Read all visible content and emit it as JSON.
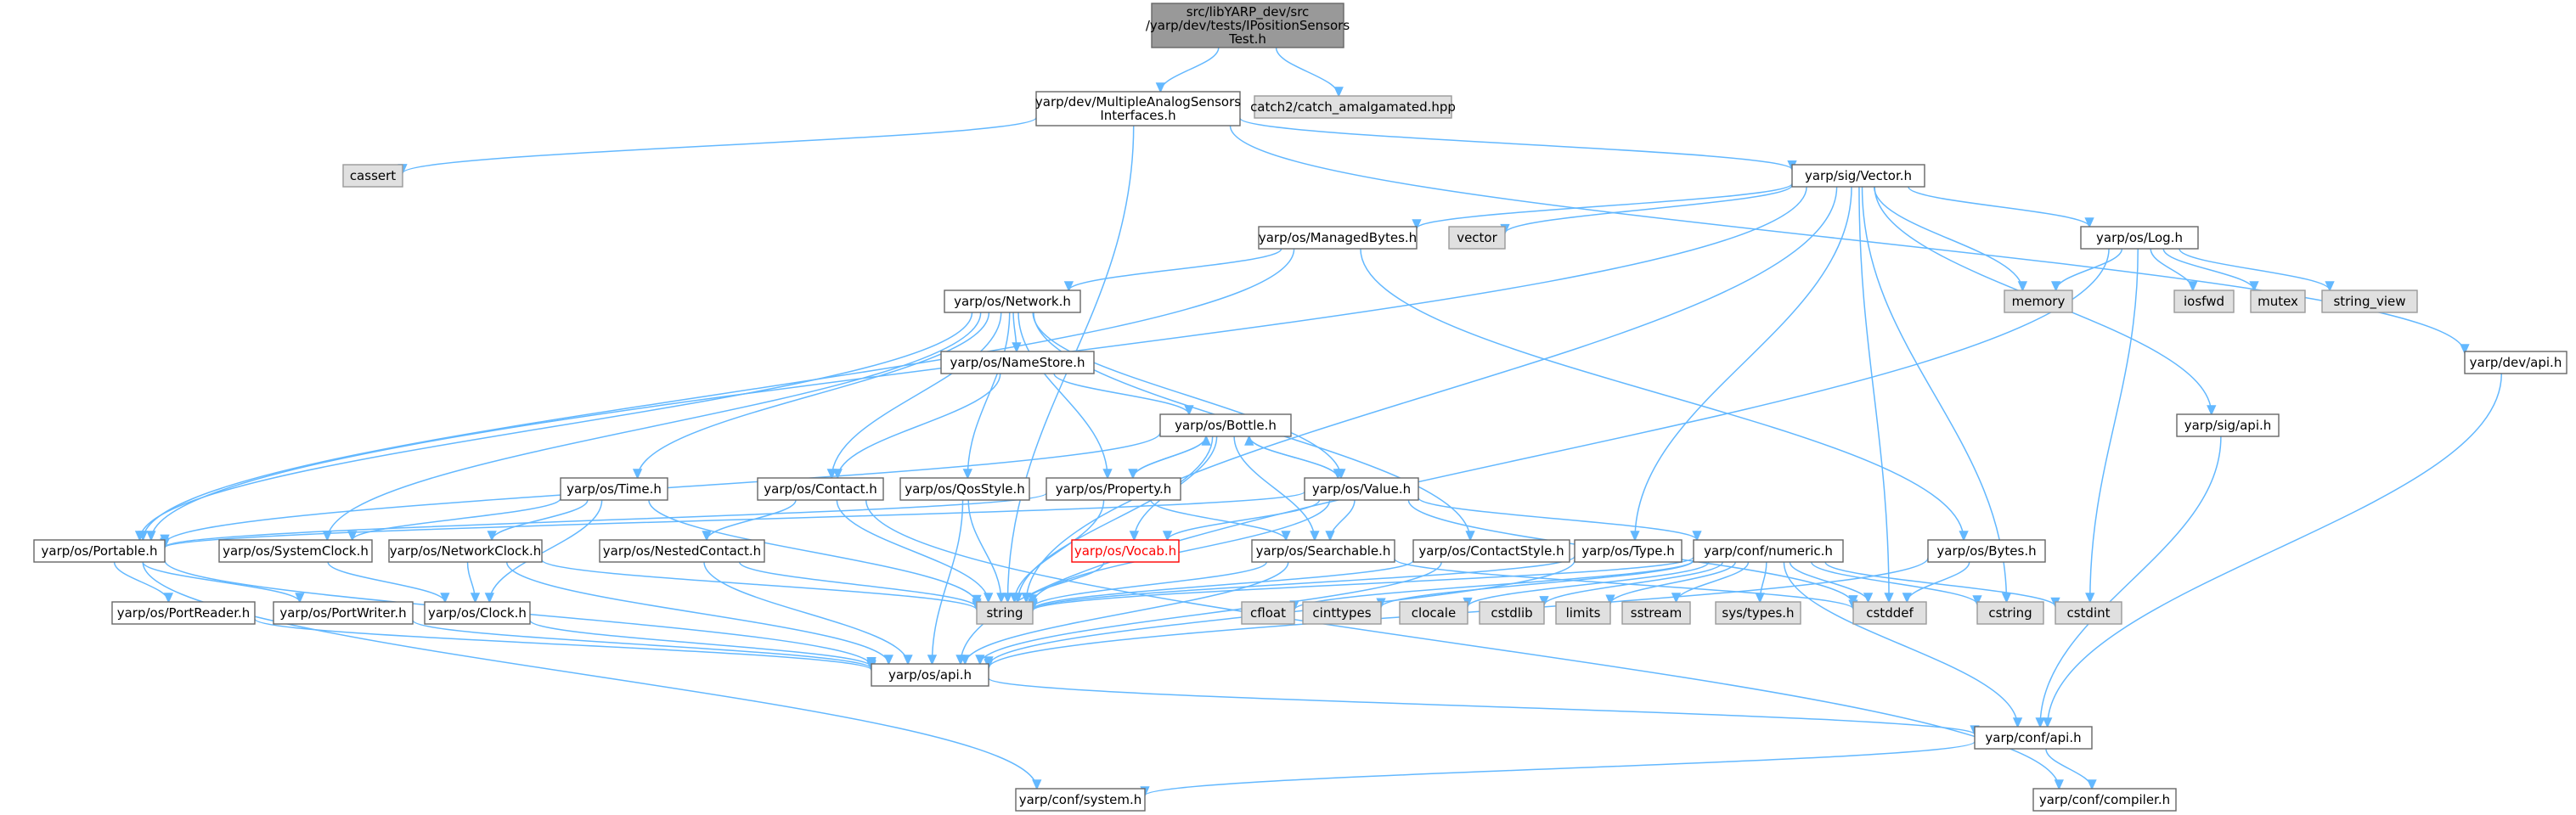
{
  "diagram": {
    "edge_color": "#63b8ff",
    "nodes": [
      {
        "id": "root",
        "label": [
          "src/libYARP_dev/src",
          "/yarp/dev/tests/IPositionSensors",
          "Test.h"
        ],
        "kind": "root"
      },
      {
        "id": "multi",
        "label": [
          "yarp/dev/MultipleAnalogSensors",
          "Interfaces.h"
        ],
        "kind": "plain"
      },
      {
        "id": "catch",
        "label": [
          "catch2/catch_amalgamated.hpp"
        ],
        "kind": "sys"
      },
      {
        "id": "cassert",
        "label": [
          "cassert"
        ],
        "kind": "sys"
      },
      {
        "id": "vector_h",
        "label": [
          "yarp/sig/Vector.h"
        ],
        "kind": "plain"
      },
      {
        "id": "vector",
        "label": [
          "vector"
        ],
        "kind": "sys"
      },
      {
        "id": "managed",
        "label": [
          "yarp/os/ManagedBytes.h"
        ],
        "kind": "plain"
      },
      {
        "id": "log",
        "label": [
          "yarp/os/Log.h"
        ],
        "kind": "plain"
      },
      {
        "id": "memory",
        "label": [
          "memory"
        ],
        "kind": "sys"
      },
      {
        "id": "iosfwd",
        "label": [
          "iosfwd"
        ],
        "kind": "sys"
      },
      {
        "id": "mutex",
        "label": [
          "mutex"
        ],
        "kind": "sys"
      },
      {
        "id": "string_view",
        "label": [
          "string_view"
        ],
        "kind": "sys"
      },
      {
        "id": "devapi",
        "label": [
          "yarp/dev/api.h"
        ],
        "kind": "plain"
      },
      {
        "id": "network",
        "label": [
          "yarp/os/Network.h"
        ],
        "kind": "plain"
      },
      {
        "id": "namestore",
        "label": [
          "yarp/os/NameStore.h"
        ],
        "kind": "plain"
      },
      {
        "id": "sigapi",
        "label": [
          "yarp/sig/api.h"
        ],
        "kind": "plain"
      },
      {
        "id": "bottle",
        "label": [
          "yarp/os/Bottle.h"
        ],
        "kind": "plain"
      },
      {
        "id": "time",
        "label": [
          "yarp/os/Time.h"
        ],
        "kind": "plain"
      },
      {
        "id": "contact",
        "label": [
          "yarp/os/Contact.h"
        ],
        "kind": "plain"
      },
      {
        "id": "qos",
        "label": [
          "yarp/os/QosStyle.h"
        ],
        "kind": "plain"
      },
      {
        "id": "property",
        "label": [
          "yarp/os/Property.h"
        ],
        "kind": "plain"
      },
      {
        "id": "value",
        "label": [
          "yarp/os/Value.h"
        ],
        "kind": "plain"
      },
      {
        "id": "portable",
        "label": [
          "yarp/os/Portable.h"
        ],
        "kind": "plain"
      },
      {
        "id": "sysclock",
        "label": [
          "yarp/os/SystemClock.h"
        ],
        "kind": "plain"
      },
      {
        "id": "netclock",
        "label": [
          "yarp/os/NetworkClock.h"
        ],
        "kind": "plain"
      },
      {
        "id": "nested",
        "label": [
          "yarp/os/NestedContact.h"
        ],
        "kind": "plain"
      },
      {
        "id": "vocab",
        "label": [
          "yarp/os/Vocab.h"
        ],
        "kind": "red"
      },
      {
        "id": "searchable",
        "label": [
          "yarp/os/Searchable.h"
        ],
        "kind": "plain"
      },
      {
        "id": "contactstyle",
        "label": [
          "yarp/os/ContactStyle.h"
        ],
        "kind": "plain"
      },
      {
        "id": "type",
        "label": [
          "yarp/os/Type.h"
        ],
        "kind": "plain"
      },
      {
        "id": "numeric",
        "label": [
          "yarp/conf/numeric.h"
        ],
        "kind": "plain"
      },
      {
        "id": "bytes",
        "label": [
          "yarp/os/Bytes.h"
        ],
        "kind": "plain"
      },
      {
        "id": "portreader",
        "label": [
          "yarp/os/PortReader.h"
        ],
        "kind": "plain"
      },
      {
        "id": "portwriter",
        "label": [
          "yarp/os/PortWriter.h"
        ],
        "kind": "plain"
      },
      {
        "id": "clock",
        "label": [
          "yarp/os/Clock.h"
        ],
        "kind": "plain"
      },
      {
        "id": "string",
        "label": [
          "string"
        ],
        "kind": "sys"
      },
      {
        "id": "cfloat",
        "label": [
          "cfloat"
        ],
        "kind": "sys"
      },
      {
        "id": "cinttypes",
        "label": [
          "cinttypes"
        ],
        "kind": "sys"
      },
      {
        "id": "clocale",
        "label": [
          "clocale"
        ],
        "kind": "sys"
      },
      {
        "id": "cstdlib",
        "label": [
          "cstdlib"
        ],
        "kind": "sys"
      },
      {
        "id": "limits",
        "label": [
          "limits"
        ],
        "kind": "sys"
      },
      {
        "id": "sstream",
        "label": [
          "sstream"
        ],
        "kind": "sys"
      },
      {
        "id": "systypes",
        "label": [
          "sys/types.h"
        ],
        "kind": "sys"
      },
      {
        "id": "cstddef",
        "label": [
          "cstddef"
        ],
        "kind": "sys"
      },
      {
        "id": "cstring",
        "label": [
          "cstring"
        ],
        "kind": "sys"
      },
      {
        "id": "cstdint",
        "label": [
          "cstdint"
        ],
        "kind": "sys"
      },
      {
        "id": "osapi",
        "label": [
          "yarp/os/api.h"
        ],
        "kind": "plain"
      },
      {
        "id": "confapi",
        "label": [
          "yarp/conf/api.h"
        ],
        "kind": "plain"
      },
      {
        "id": "system",
        "label": [
          "yarp/conf/system.h"
        ],
        "kind": "plain"
      },
      {
        "id": "compiler",
        "label": [
          "yarp/conf/compiler.h"
        ],
        "kind": "plain"
      }
    ],
    "edges": [
      [
        "root",
        "multi"
      ],
      [
        "root",
        "catch"
      ],
      [
        "multi",
        "cassert"
      ],
      [
        "multi",
        "vector_h"
      ],
      [
        "multi",
        "string"
      ],
      [
        "multi",
        "devapi"
      ],
      [
        "vector_h",
        "vector"
      ],
      [
        "vector_h",
        "managed"
      ],
      [
        "vector_h",
        "log"
      ],
      [
        "vector_h",
        "memory"
      ],
      [
        "vector_h",
        "cstddef"
      ],
      [
        "vector_h",
        "cstring"
      ],
      [
        "vector_h",
        "string"
      ],
      [
        "vector_h",
        "sigapi"
      ],
      [
        "vector_h",
        "type"
      ],
      [
        "vector_h",
        "portable"
      ],
      [
        "log",
        "memory"
      ],
      [
        "log",
        "iosfwd"
      ],
      [
        "log",
        "mutex"
      ],
      [
        "log",
        "string_view"
      ],
      [
        "log",
        "cstdint"
      ],
      [
        "log",
        "osapi"
      ],
      [
        "managed",
        "network"
      ],
      [
        "managed",
        "bytes"
      ],
      [
        "managed",
        "portable"
      ],
      [
        "devapi",
        "confapi"
      ],
      [
        "sigapi",
        "confapi"
      ],
      [
        "network",
        "namestore"
      ],
      [
        "network",
        "contact"
      ],
      [
        "network",
        "qos"
      ],
      [
        "network",
        "property"
      ],
      [
        "network",
        "value"
      ],
      [
        "network",
        "time"
      ],
      [
        "network",
        "portable"
      ],
      [
        "network",
        "contactstyle"
      ],
      [
        "network",
        "sysclock"
      ],
      [
        "namestore",
        "bottle"
      ],
      [
        "namestore",
        "contact"
      ],
      [
        "bottle",
        "property"
      ],
      [
        "bottle",
        "value"
      ],
      [
        "bottle",
        "vocab"
      ],
      [
        "bottle",
        "searchable"
      ],
      [
        "bottle",
        "string"
      ],
      [
        "bottle",
        "portable"
      ],
      [
        "property",
        "bottle"
      ],
      [
        "property",
        "searchable"
      ],
      [
        "property",
        "string"
      ],
      [
        "property",
        "portable"
      ],
      [
        "value",
        "bottle"
      ],
      [
        "value",
        "searchable"
      ],
      [
        "value",
        "vocab"
      ],
      [
        "value",
        "numeric"
      ],
      [
        "value",
        "cstddef"
      ],
      [
        "value",
        "string"
      ],
      [
        "value",
        "portable"
      ],
      [
        "time",
        "sysclock"
      ],
      [
        "time",
        "netclock"
      ],
      [
        "time",
        "clock"
      ],
      [
        "time",
        "string"
      ],
      [
        "contact",
        "nested"
      ],
      [
        "contact",
        "string"
      ],
      [
        "contact",
        "compiler"
      ],
      [
        "qos",
        "string"
      ],
      [
        "qos",
        "osapi"
      ],
      [
        "portable",
        "portreader"
      ],
      [
        "portable",
        "portwriter"
      ],
      [
        "portable",
        "osapi"
      ],
      [
        "portable",
        "system"
      ],
      [
        "sysclock",
        "clock"
      ],
      [
        "netclock",
        "clock"
      ],
      [
        "netclock",
        "string"
      ],
      [
        "netclock",
        "osapi"
      ],
      [
        "nested",
        "string"
      ],
      [
        "nested",
        "osapi"
      ],
      [
        "vocab",
        "string"
      ],
      [
        "searchable",
        "string"
      ],
      [
        "searchable",
        "osapi"
      ],
      [
        "searchable",
        "cstddef"
      ],
      [
        "contactstyle",
        "string"
      ],
      [
        "contactstyle",
        "osapi"
      ],
      [
        "type",
        "string"
      ],
      [
        "type",
        "osapi"
      ],
      [
        "numeric",
        "string"
      ],
      [
        "numeric",
        "cfloat"
      ],
      [
        "numeric",
        "cinttypes"
      ],
      [
        "numeric",
        "clocale"
      ],
      [
        "numeric",
        "cstdlib"
      ],
      [
        "numeric",
        "limits"
      ],
      [
        "numeric",
        "sstream"
      ],
      [
        "numeric",
        "systypes"
      ],
      [
        "numeric",
        "cstddef"
      ],
      [
        "numeric",
        "cstring"
      ],
      [
        "numeric",
        "cstdint"
      ],
      [
        "numeric",
        "confapi"
      ],
      [
        "bytes",
        "cstddef"
      ],
      [
        "bytes",
        "osapi"
      ],
      [
        "portreader",
        "osapi"
      ],
      [
        "portwriter",
        "osapi"
      ],
      [
        "clock",
        "osapi"
      ],
      [
        "osapi",
        "confapi"
      ],
      [
        "confapi",
        "system"
      ],
      [
        "confapi",
        "compiler"
      ]
    ]
  }
}
